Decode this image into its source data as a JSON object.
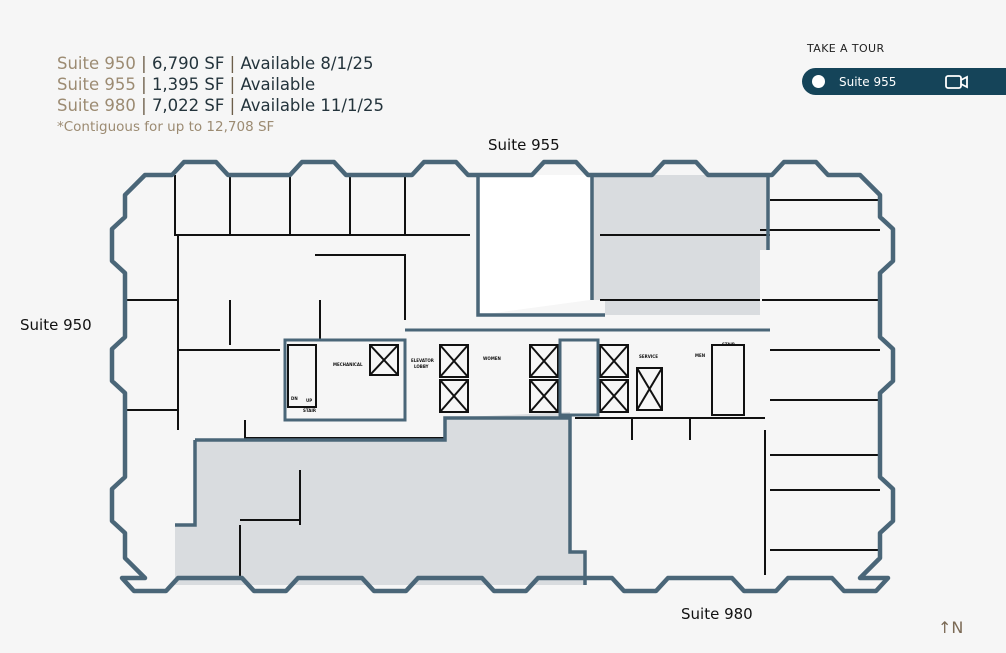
{
  "availability": [
    {
      "suite": "Suite 950",
      "size": "6,790 SF",
      "status": "Available 8/1/25"
    },
    {
      "suite": "Suite 955",
      "size": "1,395 SF",
      "status": "Available"
    },
    {
      "suite": "Suite 980",
      "size": "7,022 SF",
      "status": "Available 11/1/25"
    }
  ],
  "separator": "|",
  "contiguous_note": "*Contiguous for up to 12,708 SF",
  "tour": {
    "title": "TAKE A TOUR",
    "selected_suite": "Suite 955",
    "icon": "video-camera-icon"
  },
  "plan": {
    "suite_labels": {
      "s955": "Suite 955",
      "s950": "Suite 950",
      "s980": "Suite 980"
    },
    "room_labels": {
      "mechanical": "MECHANICAL",
      "elevator_lobby_1": "ELEVATOR",
      "elevator_lobby_2": "LOBBY",
      "women": "WOMEN",
      "service": "SERVICE",
      "men": "MEN",
      "stair": "STAIR",
      "up": "UP",
      "dn": "DN"
    }
  },
  "compass": {
    "arrow": "↑",
    "label": "N"
  },
  "colors": {
    "wall": "#4a6678",
    "available_shade": "#d9dcdf",
    "brand": "#154459",
    "accent_text": "#9c8b72"
  }
}
